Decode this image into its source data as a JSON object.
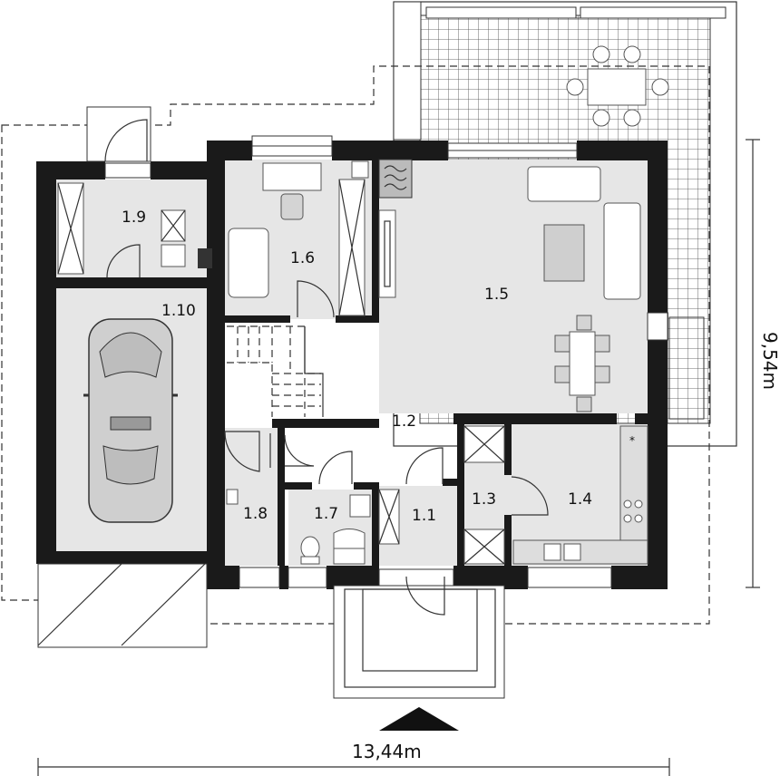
{
  "rooms": {
    "r1_1": "1.1",
    "r1_2": "1.2",
    "r1_3": "1.3",
    "r1_4": "1.4",
    "r1_5": "1.5",
    "r1_6": "1.6",
    "r1_7": "1.7",
    "r1_8": "1.8",
    "r1_9": "1.9",
    "r1_10": "1.10"
  },
  "dimensions": {
    "width": "13,44m",
    "depth": "9,54m"
  }
}
